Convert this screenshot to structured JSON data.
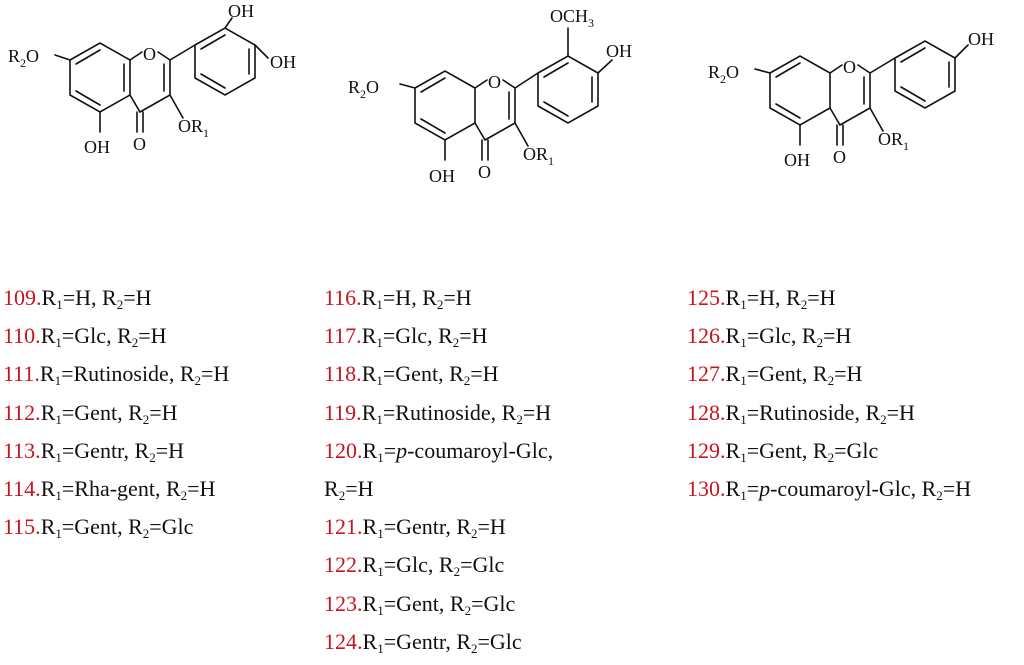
{
  "structures": [
    {
      "labels": {
        "r2o": "R2O",
        "r2o_sub": "2",
        "oh_top": "OH",
        "oh_right": "OH",
        "oh_bottom": "OH",
        "o_ring": "O",
        "o_keto": "O",
        "or1": "OR",
        "or1_sub": "1"
      }
    },
    {
      "labels": {
        "r2o": "R2O",
        "r2o_sub": "2",
        "och3": "OCH",
        "och3_sub": "3",
        "oh_right": "OH",
        "oh_bottom": "OH",
        "o_ring": "O",
        "o_keto": "O",
        "or1": "OR",
        "or1_sub": "1"
      }
    },
    {
      "labels": {
        "r2o": "R2O",
        "r2o_sub": "2",
        "oh_right": "OH",
        "oh_bottom": "OH",
        "o_ring": "O",
        "o_keto": "O",
        "or1": "OR",
        "or1_sub": "1"
      }
    }
  ],
  "compounds": {
    "col1": [
      {
        "num": "109.",
        "r1": "H",
        "r2": "H"
      },
      {
        "num": "110.",
        "r1": "Glc",
        "r2": "H"
      },
      {
        "num": "111.",
        "r1": "Rutinoside",
        "r2": "H"
      },
      {
        "num": "112.",
        "r1": "Gent",
        "r2": "H"
      },
      {
        "num": "113.",
        "r1": "Gentr",
        "r2": "H"
      },
      {
        "num": "114.",
        "r1": "Rha-gent",
        "r2": "H"
      },
      {
        "num": "115.",
        "r1": "Gent",
        "r2": "Glc"
      }
    ],
    "col2": [
      {
        "num": "116.",
        "r1": "H",
        "r2": "H"
      },
      {
        "num": "117.",
        "r1": "Glc",
        "r2": "H"
      },
      {
        "num": "118.",
        "r1": "Gent",
        "r2": "H"
      },
      {
        "num": "119.",
        "r1": "Rutinoside",
        "r2": "H"
      },
      {
        "num": "120.",
        "r1_italic": "p",
        "r1": "-coumaroyl-Glc,",
        "r2": "H",
        "wrap": true
      },
      {
        "num": "121.",
        "r1": "Gentr",
        "r2": "H"
      },
      {
        "num": "122.",
        "r1": "Glc",
        "r2": "Glc"
      },
      {
        "num": "123.",
        "r1": "Gent",
        "r2": "Glc"
      },
      {
        "num": "124.",
        "r1": "Gentr",
        "r2": "Glc"
      }
    ],
    "col3": [
      {
        "num": "125.",
        "r1": "H",
        "r2": "H"
      },
      {
        "num": "126.",
        "r1": "Glc",
        "r2": "H"
      },
      {
        "num": "127.",
        "r1": "Gent",
        "r2": "H"
      },
      {
        "num": "128.",
        "r1": "Rutinoside",
        "r2": "H"
      },
      {
        "num": "129.",
        "r1": "Gent",
        "r2": "Glc"
      },
      {
        "num": "130.",
        "r1_italic": "p",
        "r1": "-coumaroyl-Glc,",
        "r2": "H"
      }
    ]
  },
  "colors": {
    "number": "#c8141e",
    "text": "#111111"
  }
}
